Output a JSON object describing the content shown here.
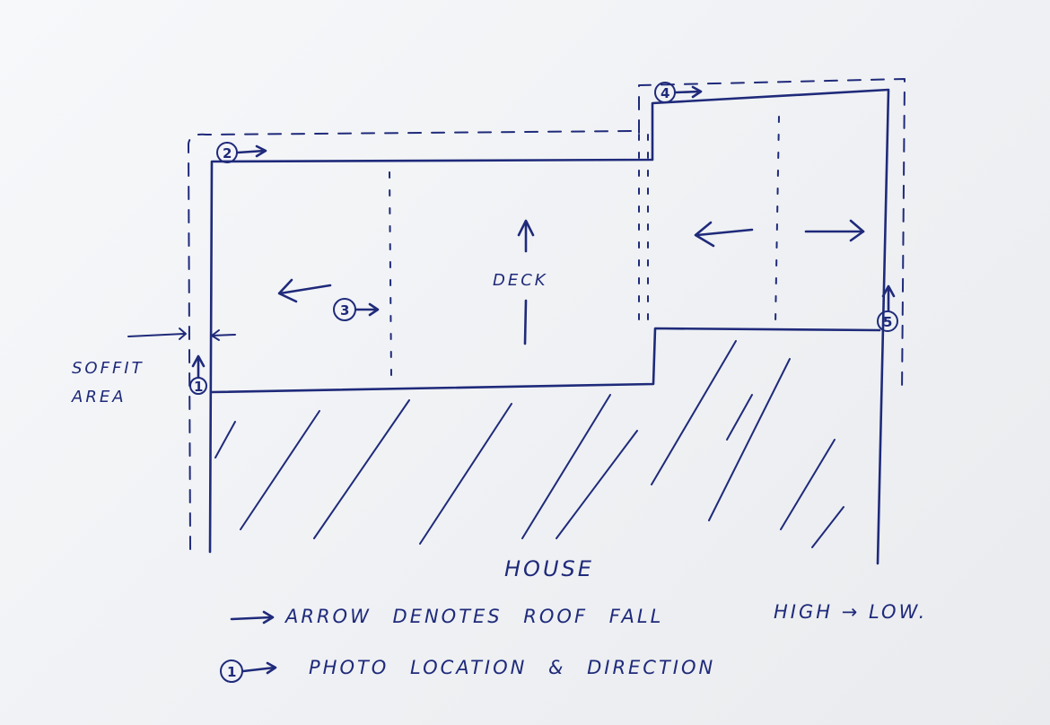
{
  "diagram": {
    "title_label": "HOUSE",
    "deck_label": "DECK",
    "soffit_label_line1": "SOFFIT",
    "soffit_label_line2": "AREA",
    "ink_color": "#1f2a7a",
    "photo_markers": [
      {
        "number": "1",
        "direction": "up"
      },
      {
        "number": "2",
        "direction": "right"
      },
      {
        "number": "3",
        "direction": "right"
      },
      {
        "number": "4",
        "direction": "right"
      },
      {
        "number": "5",
        "direction": "up"
      }
    ],
    "roof_fall_arrows": [
      {
        "section": "left-roof",
        "direction": "left"
      },
      {
        "section": "deck",
        "direction": "up"
      },
      {
        "section": "right-roof-left-half",
        "direction": "left"
      },
      {
        "section": "right-roof-right-half",
        "direction": "right"
      }
    ]
  },
  "legend": {
    "line1_text": "ARROW  DENOTES  ROOF  FALL",
    "line1_suffix": "HIGH → LOW.",
    "line2_marker": "1",
    "line2_text": "PHOTO  LOCATION  &  DIRECTION"
  }
}
